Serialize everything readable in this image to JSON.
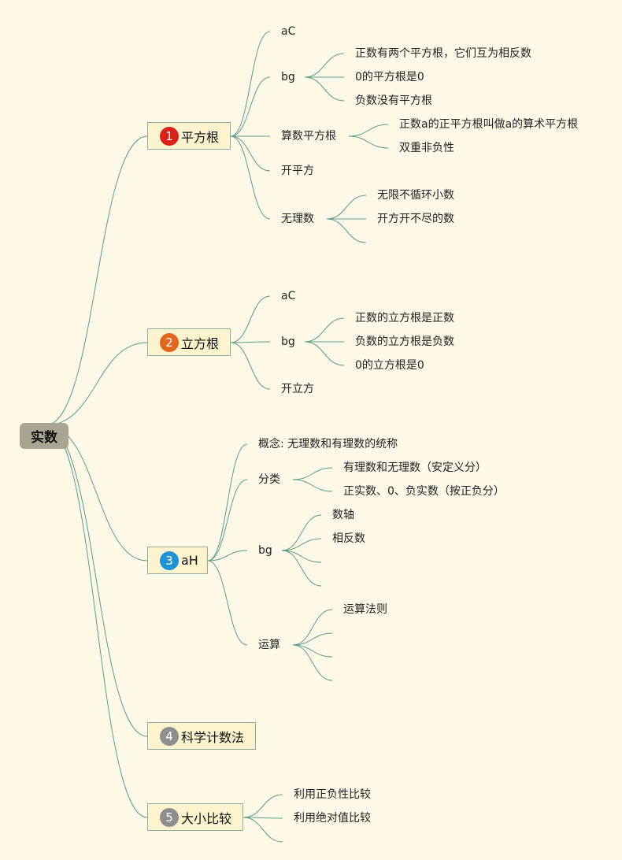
{
  "root": {
    "label": "实数"
  },
  "branches": [
    {
      "number": "1",
      "label": "平方根",
      "badge_color": "#d8231a",
      "children": [
        {
          "label": "aC"
        },
        {
          "label": "bg",
          "children": [
            "正数有两个平方根，它们互为相反数",
            "0的平方根是0",
            "负数没有平方根"
          ]
        },
        {
          "label": "算数平方根",
          "children": [
            "正数a的正平方根叫做a的算术平方根",
            "双重非负性"
          ]
        },
        {
          "label": "开平方"
        },
        {
          "label": "无理数",
          "children": [
            "无限不循环小数",
            "开方开不尽的数",
            ""
          ]
        }
      ]
    },
    {
      "number": "2",
      "label": "立方根",
      "badge_color": "#e2671c",
      "children": [
        {
          "label": "aC"
        },
        {
          "label": "bg",
          "children": [
            "正数的立方根是正数",
            "负数的立方根是负数",
            "0的立方根是0"
          ]
        },
        {
          "label": "开立方"
        }
      ]
    },
    {
      "number": "3",
      "label": "aH",
      "badge_color": "#1f92d6",
      "children": [
        {
          "label": "概念: 无理数和有理数的统称"
        },
        {
          "label": "分类",
          "children": [
            "有理数和无理数（安定义分）",
            "正实数、0、负实数（按正负分）"
          ]
        },
        {
          "label": "bg",
          "children": [
            "数轴",
            "相反数",
            "",
            ""
          ]
        },
        {
          "label": "运算",
          "children": [
            "运算法则",
            "",
            "",
            ""
          ]
        }
      ]
    },
    {
      "number": "4",
      "label": "科学计数法",
      "badge_color": "#8e8e8e",
      "children": []
    },
    {
      "number": "5",
      "label": "大小比较",
      "badge_color": "#8e8e8e",
      "children": [
        {
          "label": "利用正负性比较"
        },
        {
          "label": "利用绝对值比较"
        },
        {
          "label": ""
        }
      ]
    }
  ]
}
